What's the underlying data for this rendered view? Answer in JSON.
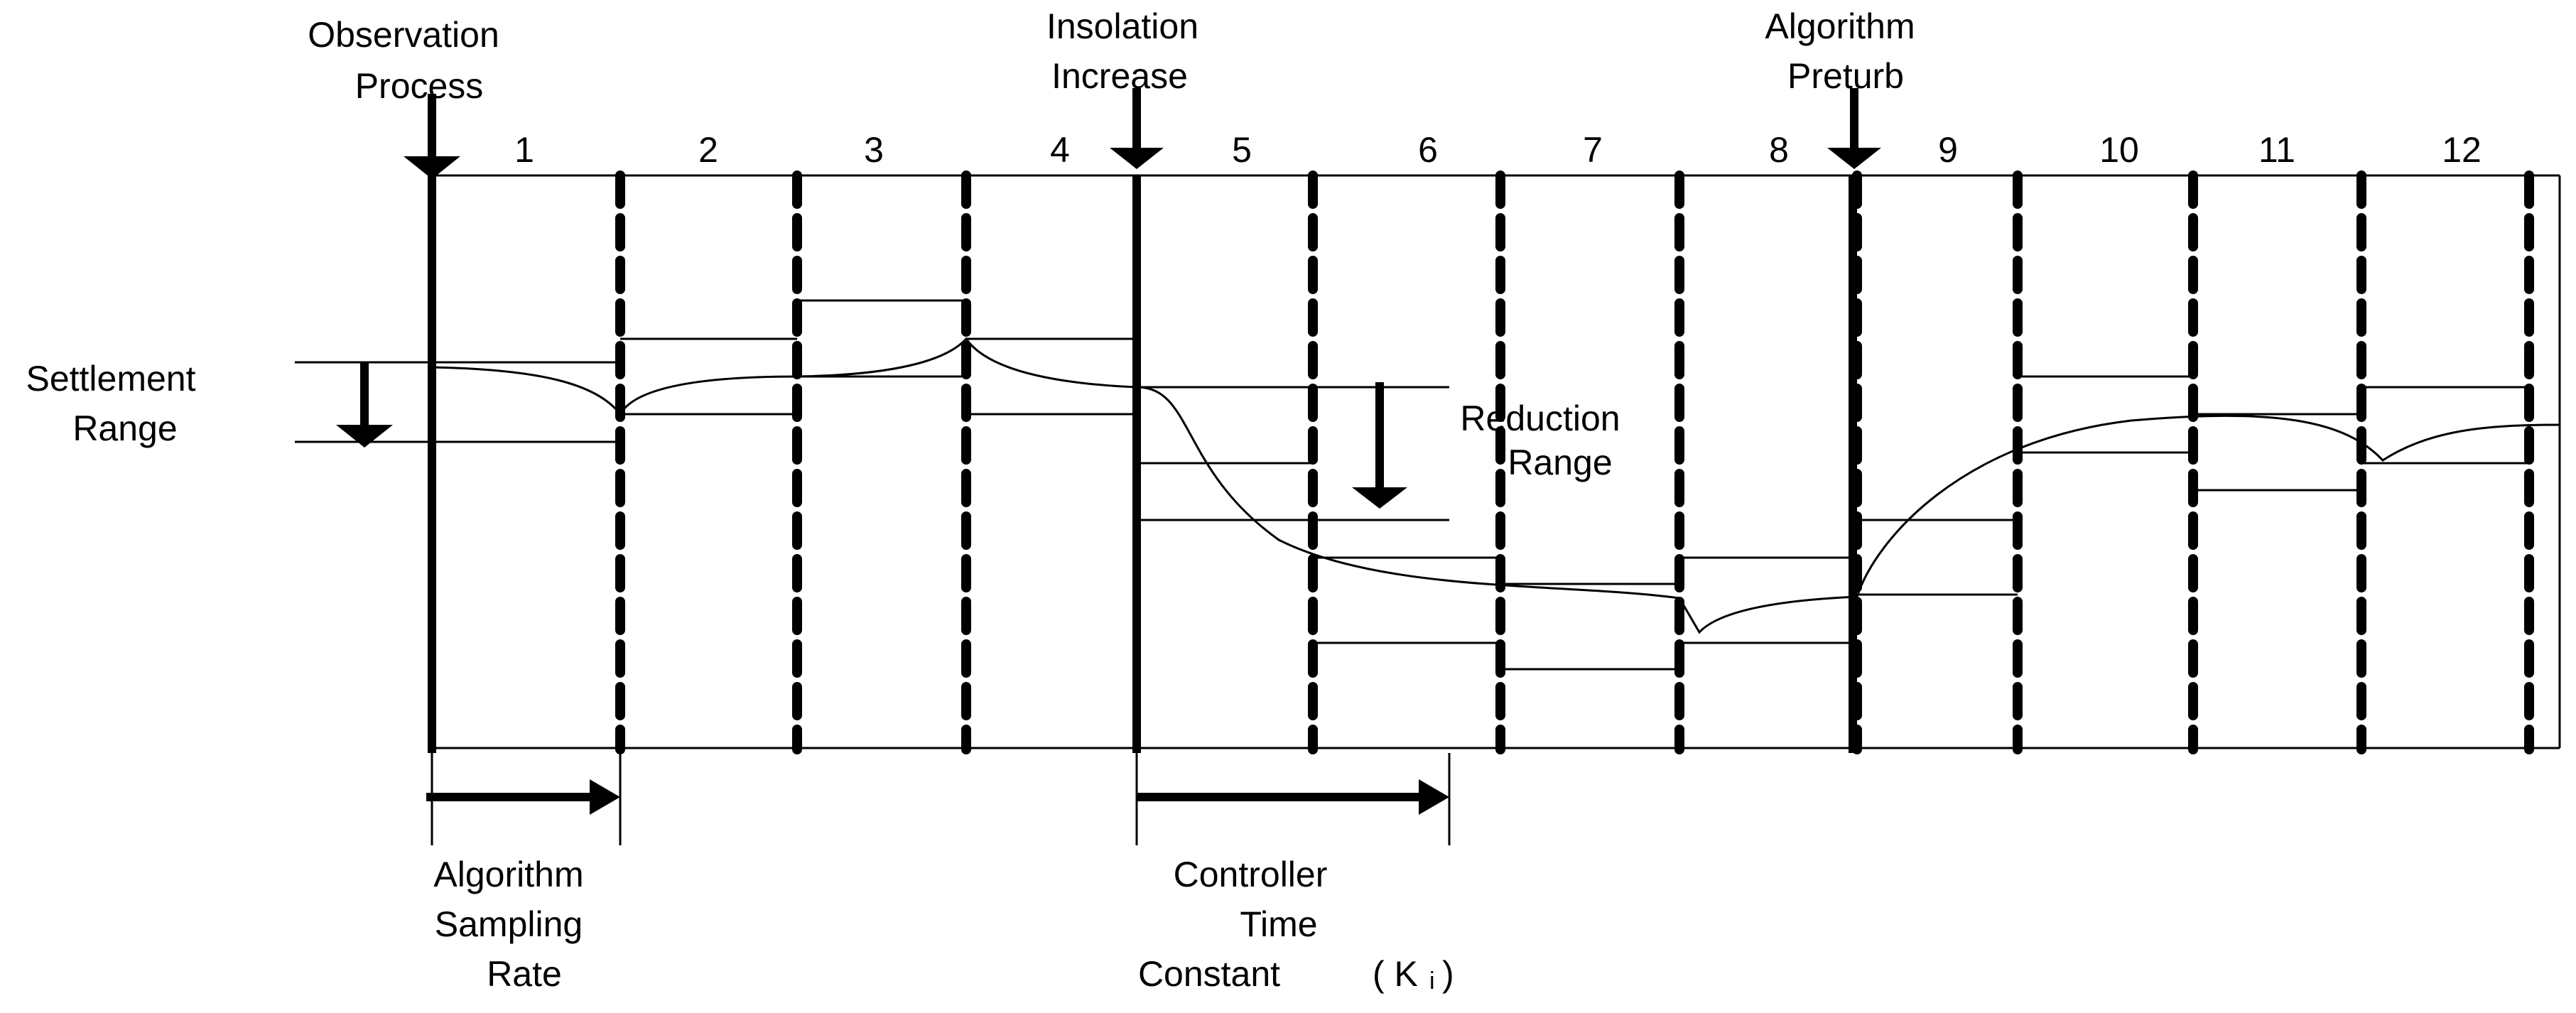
{
  "labels": {
    "observation_line1": "Observation",
    "observation_line2": "Process",
    "insolation_line1": "Insolation",
    "insolation_line2": "Increase",
    "algorithm_line1": "Algorithm",
    "algorithm_line2": "Preturb",
    "settlement_line1": "Settlement",
    "settlement_line2": "Range",
    "reduction_line1": "Reduction",
    "reduction_line2": "Range",
    "sampling_line1": "Algorithm",
    "sampling_line2": "Sampling",
    "sampling_line3": "Rate",
    "controller_line1": "Controller",
    "controller_line2": "Time",
    "controller_line3": "Constant",
    "ki_open": "( K",
    "ki_sub": "i",
    "ki_close": ")"
  },
  "intervals": [
    "1",
    "2",
    "3",
    "4",
    "5",
    "6",
    "7",
    "8",
    "9",
    "10",
    "11",
    "12"
  ]
}
